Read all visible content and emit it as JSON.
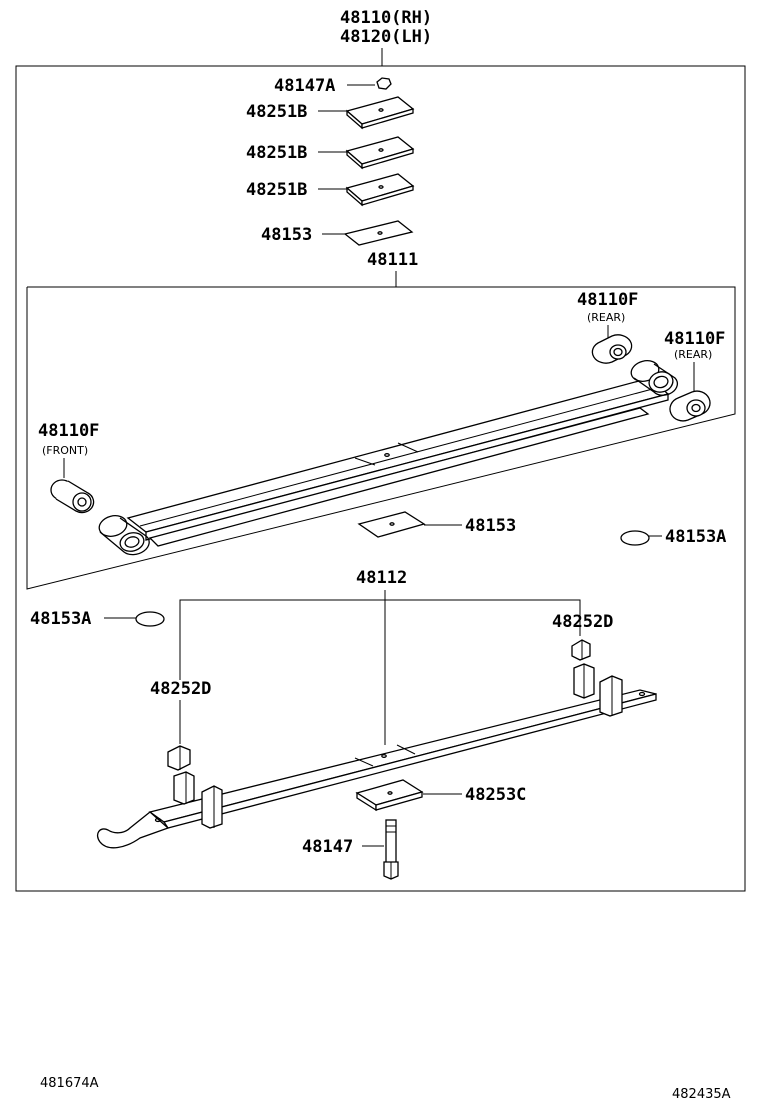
{
  "diagram": {
    "top_labels": [
      "48110(RH)",
      "48120(LH)"
    ],
    "labels": {
      "nut": "48147A",
      "plate_1": "48251B",
      "plate_2": "48251B",
      "plate_3": "48251B",
      "plate_4": "48153",
      "spring_main": "48111",
      "bush_rear_1": "48110F",
      "bush_rear_1_note": "(REAR)",
      "bush_rear_2": "48110F",
      "bush_rear_2_note": "(REAR)",
      "bush_front": "48110F",
      "bush_front_note": "(FRONT)",
      "plate_inner": "48153",
      "disc_right": "48153A",
      "spring_sub": "48112",
      "disc_left": "48153A",
      "clip_right": "48252D",
      "clip_left": "48252D",
      "plate_lower": "48253C",
      "bolt": "48147"
    },
    "codes": {
      "left": "481674A",
      "right": "482435A"
    }
  }
}
